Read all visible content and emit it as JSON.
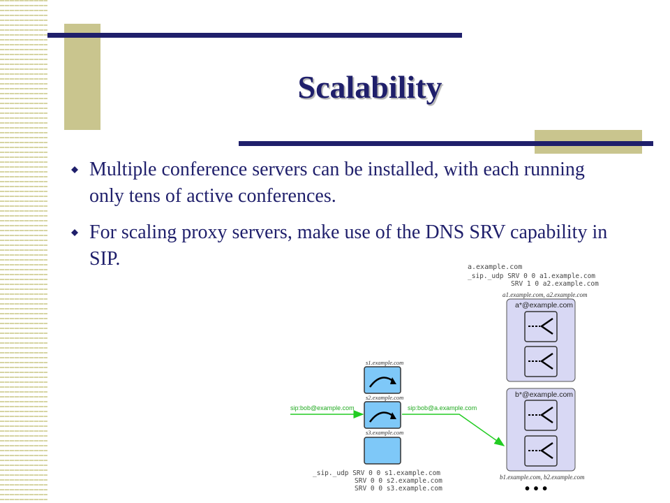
{
  "slide": {
    "title": "Scalability",
    "bullets": [
      "Multiple conference servers can be installed, with each running only tens of active conferences.",
      "For scaling proxy servers, make use of the DNS SRV capability in SIP."
    ]
  },
  "diagram": {
    "top_record": {
      "domain": "a.example.com",
      "line1": "_sip._udp SRV 0 0 a1.example.com",
      "line2": "SRV 1 0 a2.example.com"
    },
    "cluster_a": {
      "hosts": "a1.example.com, a2.example.com",
      "label": "a*@example.com"
    },
    "cluster_b": {
      "label": "b*@example.com",
      "hosts": "b1.example.com, b2.example.com"
    },
    "proxies": {
      "s1": "s1.example.com",
      "s2": "s2.example.com",
      "s3": "s3.example.com"
    },
    "arrows": {
      "incoming": "sip:bob@example.com",
      "outgoing": "sip:bob@a.example.com"
    },
    "bottom_record": {
      "line1": "_sip._udp SRV 0 0 s1.example.com",
      "line2": "SRV 0 0 s2.example.com",
      "line3": "SRV 0 0 s3.example.com"
    },
    "ellipsis": "• • •"
  },
  "colors": {
    "navy": "#1f1f6b",
    "olive": "#c9c58e",
    "proxy_fill": "#7ec8f8",
    "cluster_fill": "#d8d8f4",
    "arrow_green": "#22cc22"
  }
}
